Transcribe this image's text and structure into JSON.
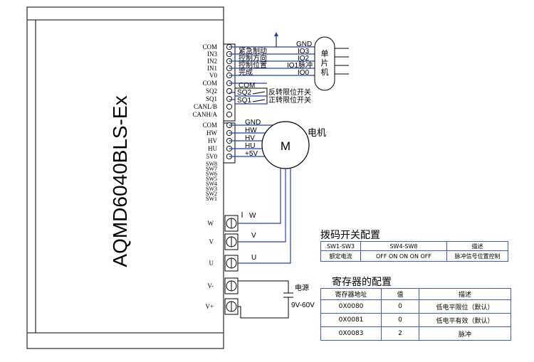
{
  "driver": {
    "model": "AQMD6040BLS-Ex",
    "pins_top": [
      "COM",
      "IN3",
      "IN2",
      "IN1",
      "V0",
      "COM",
      "SQ2",
      "SQ1",
      "CANL/B",
      "CANH/A",
      "COM",
      "HW",
      "HV",
      "HU",
      "5V0",
      "SW8",
      "SW7",
      "SW6",
      "SW5",
      "SW4",
      "SW3",
      "SW2",
      "SW1"
    ],
    "pins_bottom": [
      "W",
      "V",
      "U",
      "V-",
      "V+"
    ]
  },
  "signals": {
    "estop": "紧急制动",
    "direction": "控制方向",
    "position": "控制位置",
    "done": "完成",
    "com": "COM",
    "gnd": "GND",
    "io3": "IO3",
    "io2": "IO2",
    "io1": "IO1脉冲",
    "io0": "IO0"
  },
  "mcu": {
    "label": [
      "单",
      "片",
      "机"
    ]
  },
  "limits": [
    {
      "pin": "SQ2",
      "desc": "反转限位开关"
    },
    {
      "pin": "SQ1",
      "desc": "正转限位开关"
    }
  ],
  "hall": [
    "GND",
    "HW",
    "HV",
    "HU",
    "+5V"
  ],
  "motor": {
    "symbol": "M",
    "title": "电机"
  },
  "phases": [
    "W",
    "V",
    "U"
  ],
  "power": {
    "title": "电源",
    "range": "9V-60V"
  },
  "dip_config": {
    "title": "拨码开关配置",
    "headers": [
      "SW1-SW3",
      "SW4-SW8",
      "描述"
    ],
    "row": [
      "额定电流",
      "OFF ON ON ON OFF",
      "脉冲信号位置控制"
    ]
  },
  "register_config": {
    "title": "寄存器的配置",
    "headers": [
      "寄存器地址",
      "值",
      "描述"
    ],
    "rows": [
      [
        "0X0080",
        "0",
        "低电平限位（默认）"
      ],
      [
        "0X0081",
        "0",
        "低电平有效（默认）"
      ],
      [
        "0X0083",
        "2",
        "脉冲"
      ]
    ]
  }
}
